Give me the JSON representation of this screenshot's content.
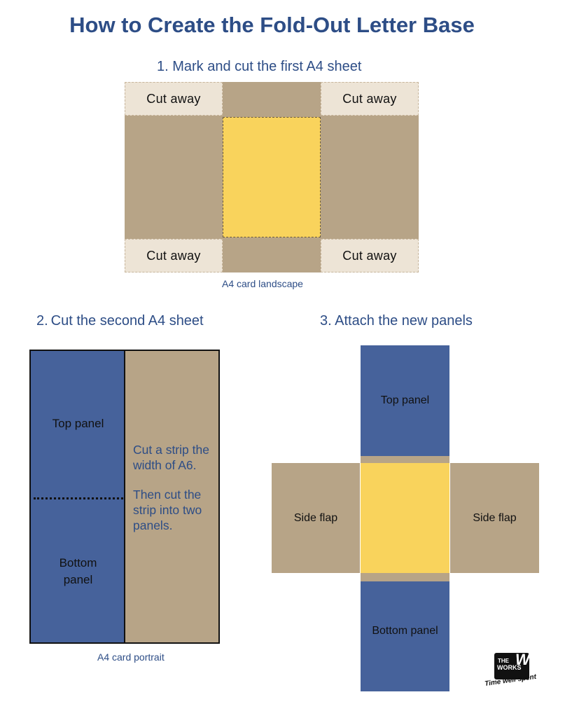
{
  "title": "How to Create the Fold-Out Letter Base",
  "step1": {
    "heading": "1.  Mark and cut the first A4 sheet",
    "cut_label": "Cut away",
    "caption": "A4 card landscape"
  },
  "step2": {
    "heading": "2. Cut the second A4 sheet",
    "top_panel": "Top panel",
    "bottom_panel": "Bottom panel",
    "note_line1": "Cut a strip the width of A6.",
    "note_line2": "Then cut the strip into two panels.",
    "caption": "A4 card portrait"
  },
  "step3": {
    "heading": "3.  Attach the new panels",
    "top_panel": "Top panel",
    "bottom_panel": "Bottom panel",
    "side_flap": "Side flap"
  },
  "logo": {
    "line1": "THE",
    "line2": "WORKS",
    "mark": "W",
    "tagline": "Time well spent"
  },
  "colors": {
    "heading": "#2d4d86",
    "tan": "#b7a487",
    "blue": "#46629b",
    "yellow": "#f9d35c",
    "cut_area": "#ede4d6"
  }
}
